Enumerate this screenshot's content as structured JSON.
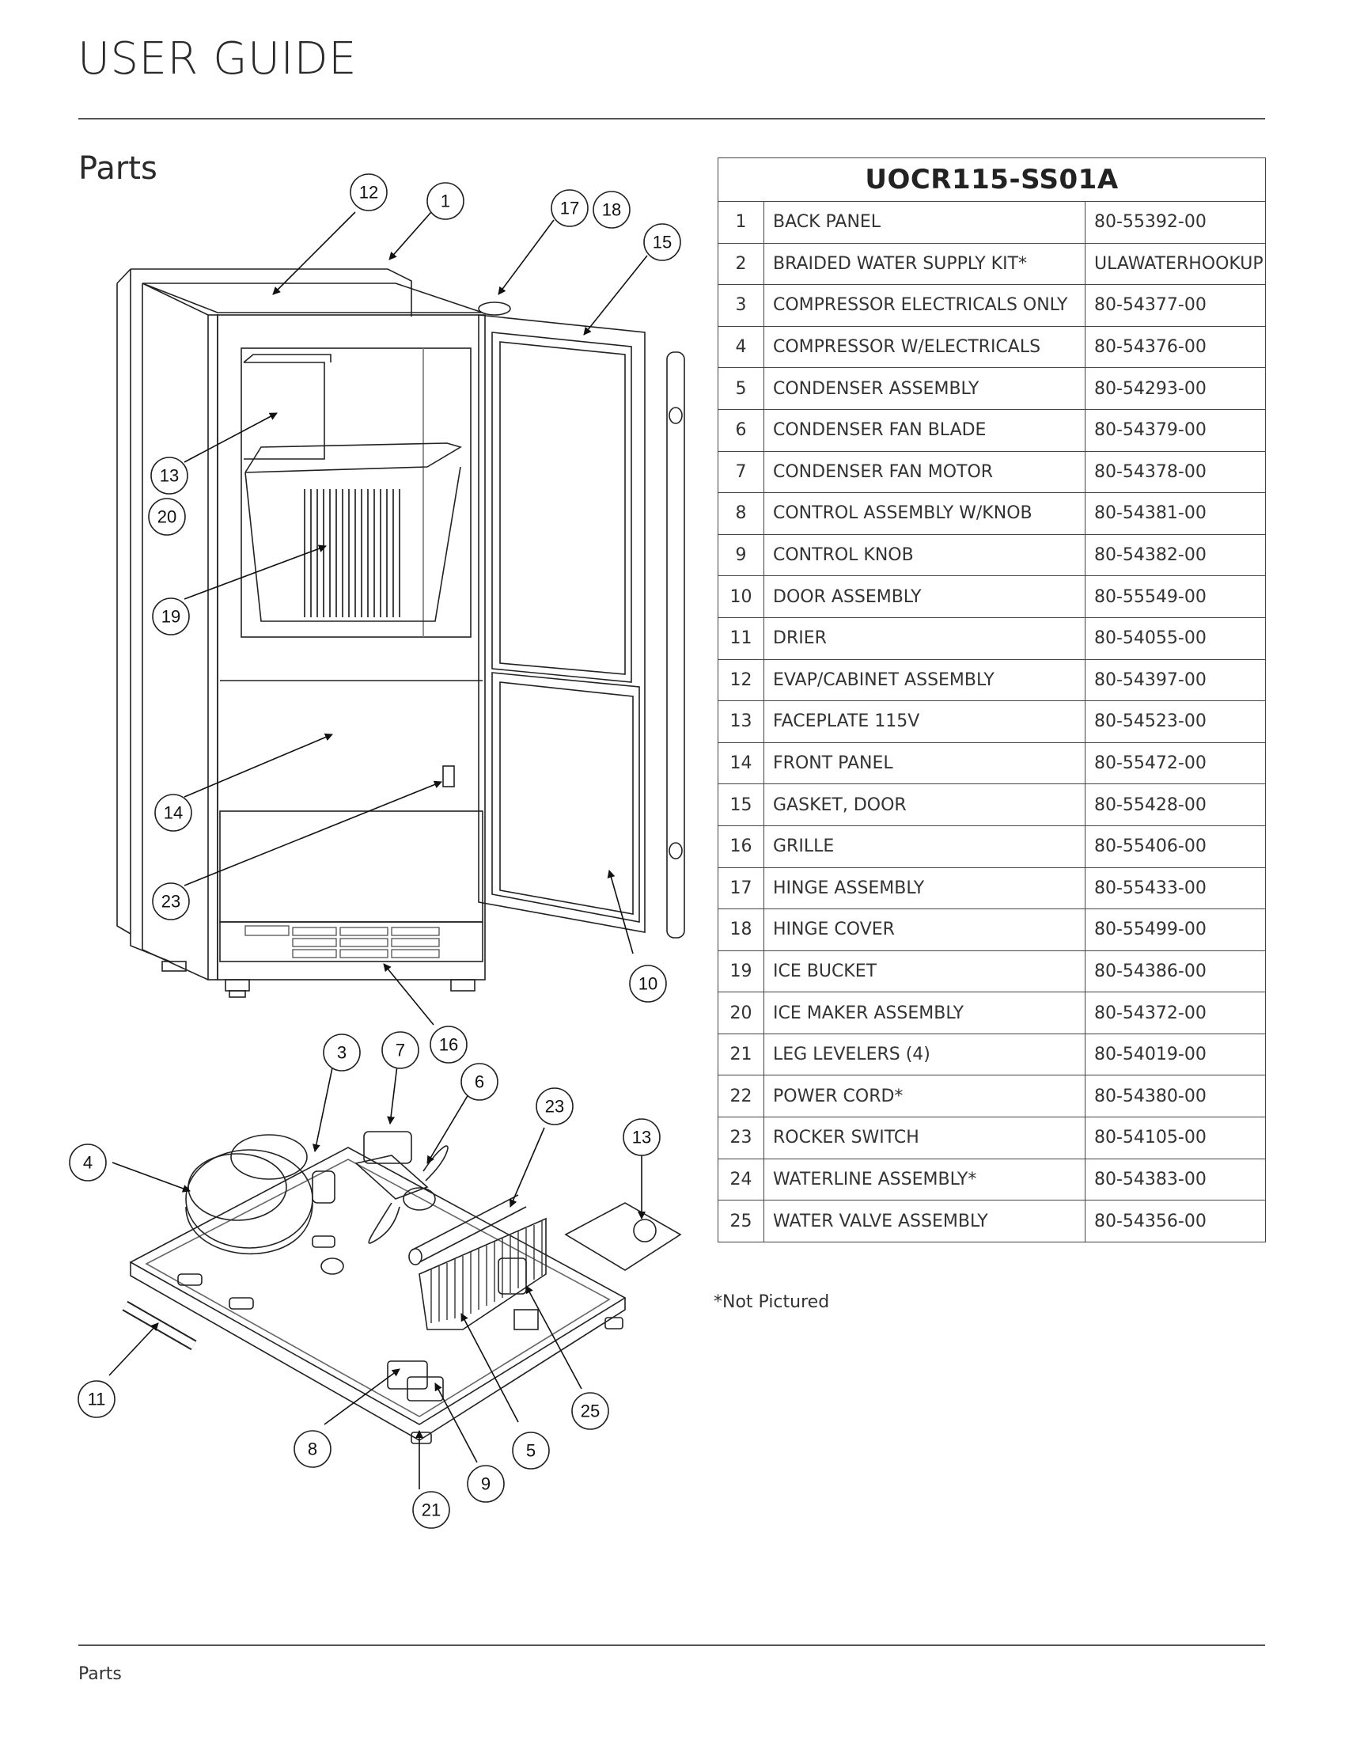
{
  "header": {
    "title": "USER GUIDE"
  },
  "section": {
    "title": "Parts"
  },
  "table": {
    "model": "UOCR115-SS01A",
    "rows": [
      {
        "num": "1",
        "desc": "BACK PANEL",
        "part": "80-55392-00"
      },
      {
        "num": "2",
        "desc": "BRAIDED WATER SUPPLY KIT*",
        "part": "ULAWATERHOOKUP"
      },
      {
        "num": "3",
        "desc": "COMPRESSOR ELECTRICALS ONLY",
        "part": "80-54377-00"
      },
      {
        "num": "4",
        "desc": "COMPRESSOR W/ELECTRICALS",
        "part": "80-54376-00"
      },
      {
        "num": "5",
        "desc": "CONDENSER ASSEMBLY",
        "part": "80-54293-00"
      },
      {
        "num": "6",
        "desc": "CONDENSER FAN BLADE",
        "part": "80-54379-00"
      },
      {
        "num": "7",
        "desc": "CONDENSER FAN MOTOR",
        "part": "80-54378-00"
      },
      {
        "num": "8",
        "desc": "CONTROL ASSEMBLY W/KNOB",
        "part": "80-54381-00"
      },
      {
        "num": "9",
        "desc": "CONTROL KNOB",
        "part": "80-54382-00"
      },
      {
        "num": "10",
        "desc": "DOOR ASSEMBLY",
        "part": "80-55549-00"
      },
      {
        "num": "11",
        "desc": "DRIER",
        "part": "80-54055-00"
      },
      {
        "num": "12",
        "desc": "EVAP/CABINET ASSEMBLY",
        "part": "80-54397-00"
      },
      {
        "num": "13",
        "desc": "FACEPLATE 115V",
        "part": "80-54523-00"
      },
      {
        "num": "14",
        "desc": "FRONT PANEL",
        "part": "80-55472-00"
      },
      {
        "num": "15",
        "desc": "GASKET, DOOR",
        "part": "80-55428-00"
      },
      {
        "num": "16",
        "desc": "GRILLE",
        "part": "80-55406-00"
      },
      {
        "num": "17",
        "desc": "HINGE ASSEMBLY",
        "part": "80-55433-00"
      },
      {
        "num": "18",
        "desc": "HINGE COVER",
        "part": "80-55499-00"
      },
      {
        "num": "19",
        "desc": "ICE BUCKET",
        "part": "80-54386-00"
      },
      {
        "num": "20",
        "desc": "ICE MAKER ASSEMBLY",
        "part": "80-54372-00"
      },
      {
        "num": "21",
        "desc": "LEG LEVELERS (4)",
        "part": "80-54019-00"
      },
      {
        "num": "22",
        "desc": "POWER CORD*",
        "part": "80-54380-00"
      },
      {
        "num": "23",
        "desc": "ROCKER SWITCH",
        "part": "80-54105-00"
      },
      {
        "num": "24",
        "desc": "WATERLINE ASSEMBLY*",
        "part": "80-54383-00"
      },
      {
        "num": "25",
        "desc": "WATER VALVE ASSEMBLY",
        "part": "80-54356-00"
      }
    ]
  },
  "note": "*Not Pictured",
  "footer": {
    "label": "Parts"
  },
  "diagram": {
    "callouts": [
      "12",
      "1",
      "17",
      "18",
      "15",
      "13",
      "20",
      "19",
      "14",
      "23",
      "10",
      "16",
      "3",
      "7",
      "6",
      "23",
      "13",
      "4",
      "11",
      "8",
      "9",
      "21",
      "5",
      "25"
    ]
  }
}
